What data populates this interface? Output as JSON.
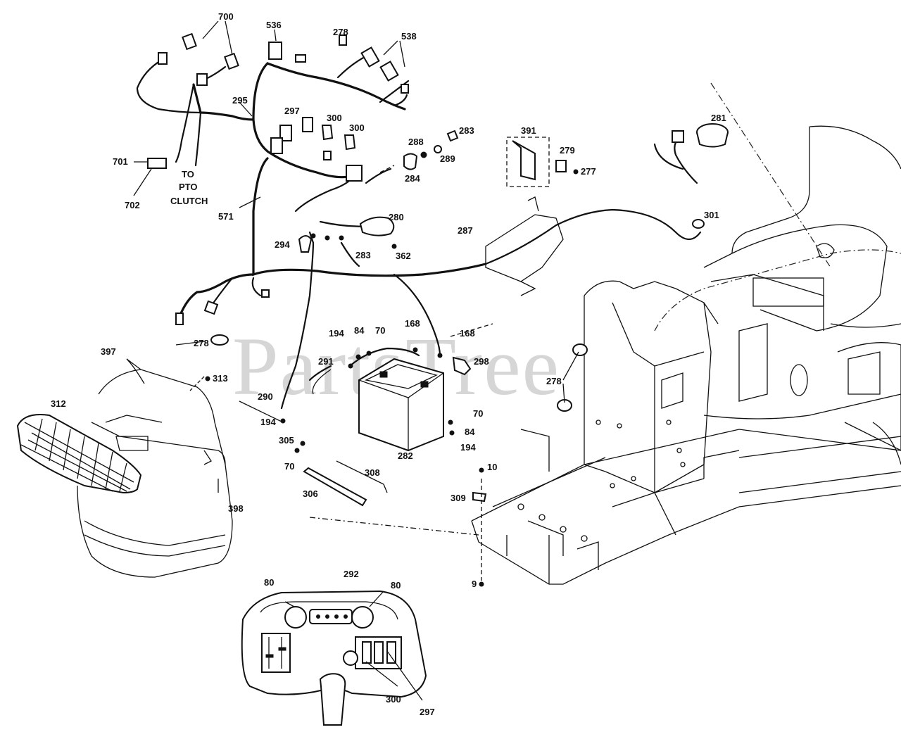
{
  "watermark": "PartsTree",
  "callouts": [
    {
      "id": "c700",
      "text": "700"
    },
    {
      "id": "c536",
      "text": "536"
    },
    {
      "id": "c278a",
      "text": "278"
    },
    {
      "id": "c538",
      "text": "538"
    },
    {
      "id": "c295",
      "text": "295"
    },
    {
      "id": "c297a",
      "text": "297"
    },
    {
      "id": "c300a",
      "text": "300"
    },
    {
      "id": "c300b",
      "text": "300"
    },
    {
      "id": "c288",
      "text": "288"
    },
    {
      "id": "c283a",
      "text": "283"
    },
    {
      "id": "c289",
      "text": "289"
    },
    {
      "id": "c284",
      "text": "284"
    },
    {
      "id": "c391",
      "text": "391"
    },
    {
      "id": "c279",
      "text": "279"
    },
    {
      "id": "c277",
      "text": "277"
    },
    {
      "id": "c281",
      "text": "281"
    },
    {
      "id": "c701",
      "text": "701"
    },
    {
      "id": "c702",
      "text": "702"
    },
    {
      "id": "cto",
      "text": "TO"
    },
    {
      "id": "cpto",
      "text": "PTO"
    },
    {
      "id": "cclutch",
      "text": "CLUTCH"
    },
    {
      "id": "c571",
      "text": "571"
    },
    {
      "id": "c280",
      "text": "280"
    },
    {
      "id": "c294",
      "text": "294"
    },
    {
      "id": "c283b",
      "text": "283"
    },
    {
      "id": "c362",
      "text": "362"
    },
    {
      "id": "c287",
      "text": "287"
    },
    {
      "id": "c301",
      "text": "301"
    },
    {
      "id": "c278b",
      "text": "278"
    },
    {
      "id": "c194a",
      "text": "194"
    },
    {
      "id": "c84a",
      "text": "84"
    },
    {
      "id": "c70a",
      "text": "70"
    },
    {
      "id": "c168a",
      "text": "168"
    },
    {
      "id": "c168b",
      "text": "168"
    },
    {
      "id": "c291",
      "text": "291"
    },
    {
      "id": "c298",
      "text": "298"
    },
    {
      "id": "c278c",
      "text": "278"
    },
    {
      "id": "c397",
      "text": "397"
    },
    {
      "id": "c313",
      "text": "313"
    },
    {
      "id": "c312",
      "text": "312"
    },
    {
      "id": "c290",
      "text": "290"
    },
    {
      "id": "c194b",
      "text": "194"
    },
    {
      "id": "c70b",
      "text": "70"
    },
    {
      "id": "c84b",
      "text": "84"
    },
    {
      "id": "c194c",
      "text": "194"
    },
    {
      "id": "c282",
      "text": "282"
    },
    {
      "id": "c305",
      "text": "305"
    },
    {
      "id": "c70c",
      "text": "70"
    },
    {
      "id": "c308",
      "text": "308"
    },
    {
      "id": "c306",
      "text": "306"
    },
    {
      "id": "c10",
      "text": "10"
    },
    {
      "id": "c309",
      "text": "309"
    },
    {
      "id": "c398",
      "text": "398"
    },
    {
      "id": "c9",
      "text": "9"
    },
    {
      "id": "c80a",
      "text": "80"
    },
    {
      "id": "c292",
      "text": "292"
    },
    {
      "id": "c80b",
      "text": "80"
    },
    {
      "id": "c300c",
      "text": "300"
    },
    {
      "id": "c297b",
      "text": "297"
    }
  ]
}
